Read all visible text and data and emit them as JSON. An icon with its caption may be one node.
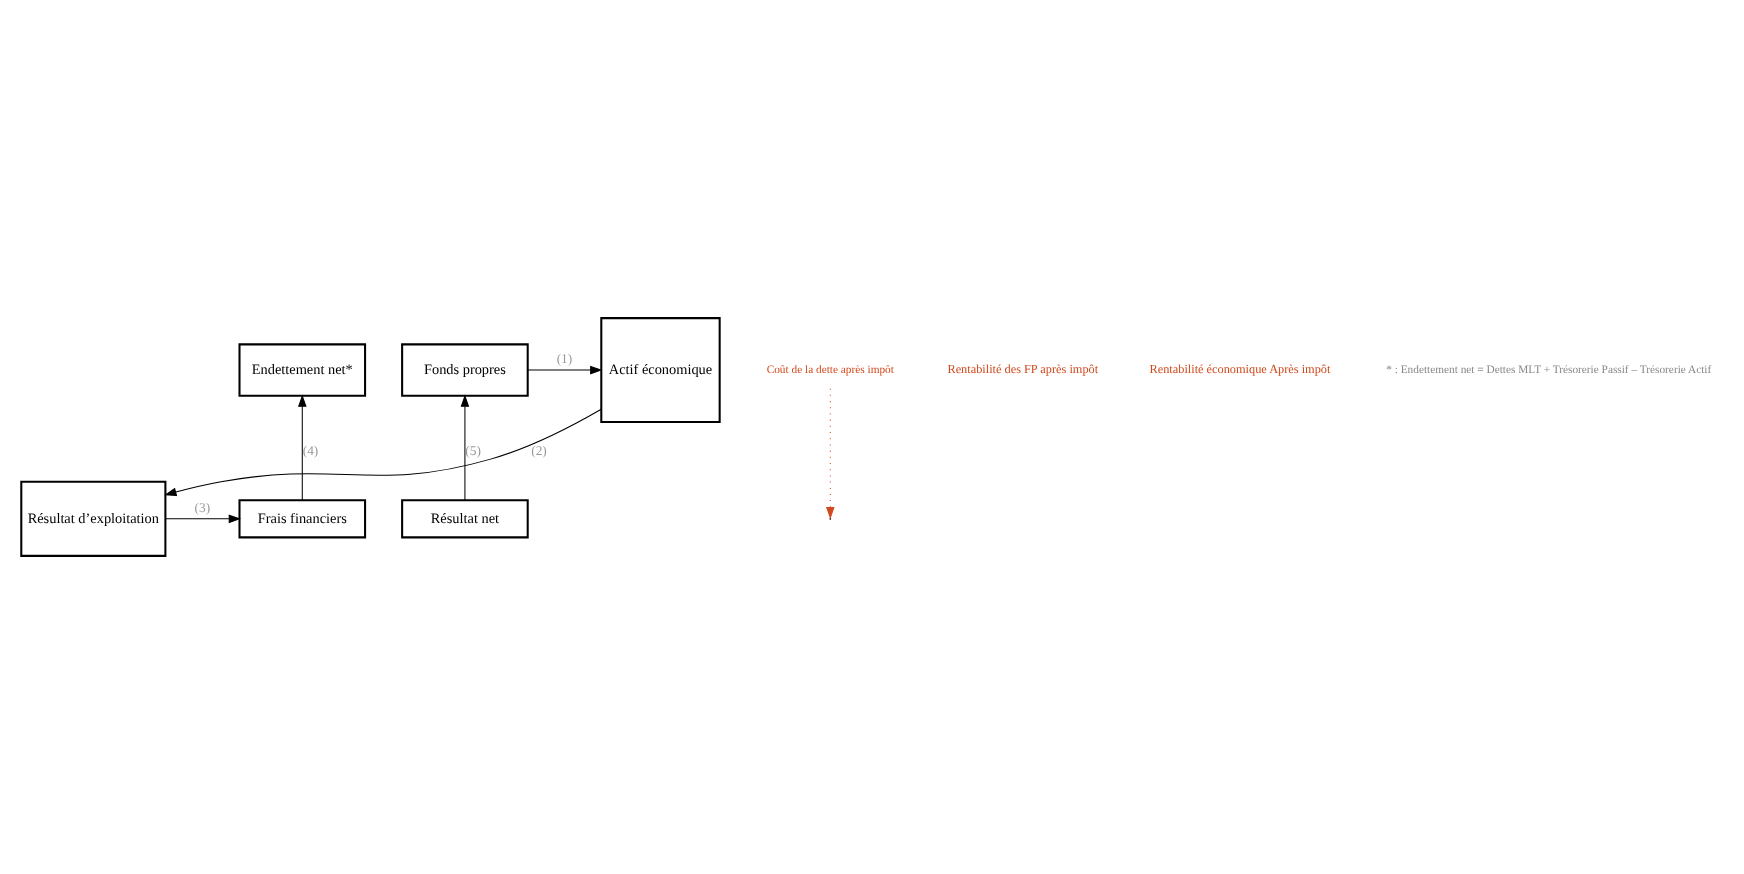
{
  "diagram": {
    "nodes": [
      {
        "text": [
          "Actif économique"
        ]
      },
      {
        "text": [
          "Fonds propres"
        ]
      },
      {
        "text": [
          "Endettement net*"
        ]
      },
      {
        "text": [
          "Résultat d’exploitation"
        ]
      },
      {
        "text": [
          "Frais financiers"
        ]
      },
      {
        "text": [
          "Résultat net"
        ]
      },
      {
        "text": [
          "Coût de la dette après impôt"
        ]
      }
    ],
    "edges": [
      {
        "from": 1,
        "to": 0,
        "arrow": "to",
        "label": "(1)"
      },
      {
        "from": 0,
        "to": 3,
        "arrow": "to",
        "label": "(2)"
      },
      {
        "from": 3,
        "to": 4,
        "arrow": "to",
        "label": "(3)"
      },
      {
        "from": 4,
        "to": 2,
        "arrow": "to",
        "label": "(4)"
      },
      {
        "from": 5,
        "to": 1,
        "arrow": "to",
        "label": "(5)"
      },
      {
        "from": 6,
        "to": null,
        "arrow": "to",
        "style": "dashed",
        "color": "#d04a1e"
      }
    ],
    "labels": [
      "Rentabilité des FP après impôt",
      "Rentabilité économique Après impôt",
      "* : Endettement net = Dettes MLT + Trésorerie Passif – Trésorerie Actif"
    ]
  }
}
